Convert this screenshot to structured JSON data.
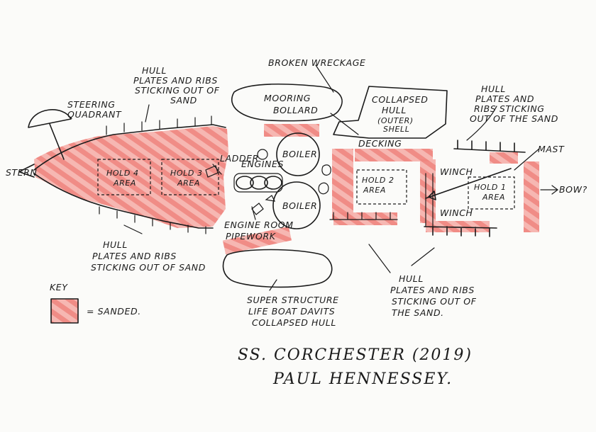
{
  "title": {
    "line1": "SS. CORCHESTER (2019)",
    "line2": "PAUL HENNESSEY."
  },
  "colors": {
    "sanded": "#f08a86",
    "ink": "#1a1a1a",
    "paper": "#fbfbf9"
  },
  "labels": {
    "broken_wreckage": "BROKEN WRECKAGE",
    "hull_top_left": [
      "HULL",
      "PLATES AND RIBS",
      "STICKING OUT OF",
      "SAND"
    ],
    "steering_quadrant": [
      "STEERING",
      "QUADRANT"
    ],
    "mooring_bollard": [
      "MOORING",
      "BOLLARD"
    ],
    "collapsed_hull": [
      "COLLAPSED",
      "HULL",
      "(OUTER)",
      "SHELL"
    ],
    "hull_top_right": [
      "HULL",
      "PLATES AND",
      "RIBS STICKING",
      "OUT OF THE SAND"
    ],
    "stern": "STERN",
    "hold4": [
      "HOLD 4",
      "AREA"
    ],
    "hold3": [
      "HOLD 3",
      "AREA"
    ],
    "ladder": "LADDER",
    "engines": "ENGINES",
    "boiler_top": "BOILER",
    "boiler_bottom": "BOILER",
    "decking": "DECKING",
    "hold2": [
      "HOLD 2",
      "AREA"
    ],
    "winch_top": "WINCH",
    "winch_bottom": "WINCH",
    "hold1": [
      "HOLD 1",
      "AREA"
    ],
    "mast": "MAST",
    "bow": "BOW?",
    "engine_room": [
      "ENGINE ROOM",
      "PIPEWORK"
    ],
    "hull_bottom_left": [
      "HULL",
      "PLATES AND RIBS",
      "STICKING OUT OF SAND"
    ],
    "superstructure": [
      "SUPER STRUCTURE",
      "LIFE BOAT DAVITS",
      "COLLAPSED HULL"
    ],
    "hull_bottom_right": [
      "HULL",
      "PLATES AND RIBS",
      "STICKING OUT OF",
      "THE SAND."
    ],
    "key_title": "KEY",
    "key_sanded": "= SANDED."
  }
}
